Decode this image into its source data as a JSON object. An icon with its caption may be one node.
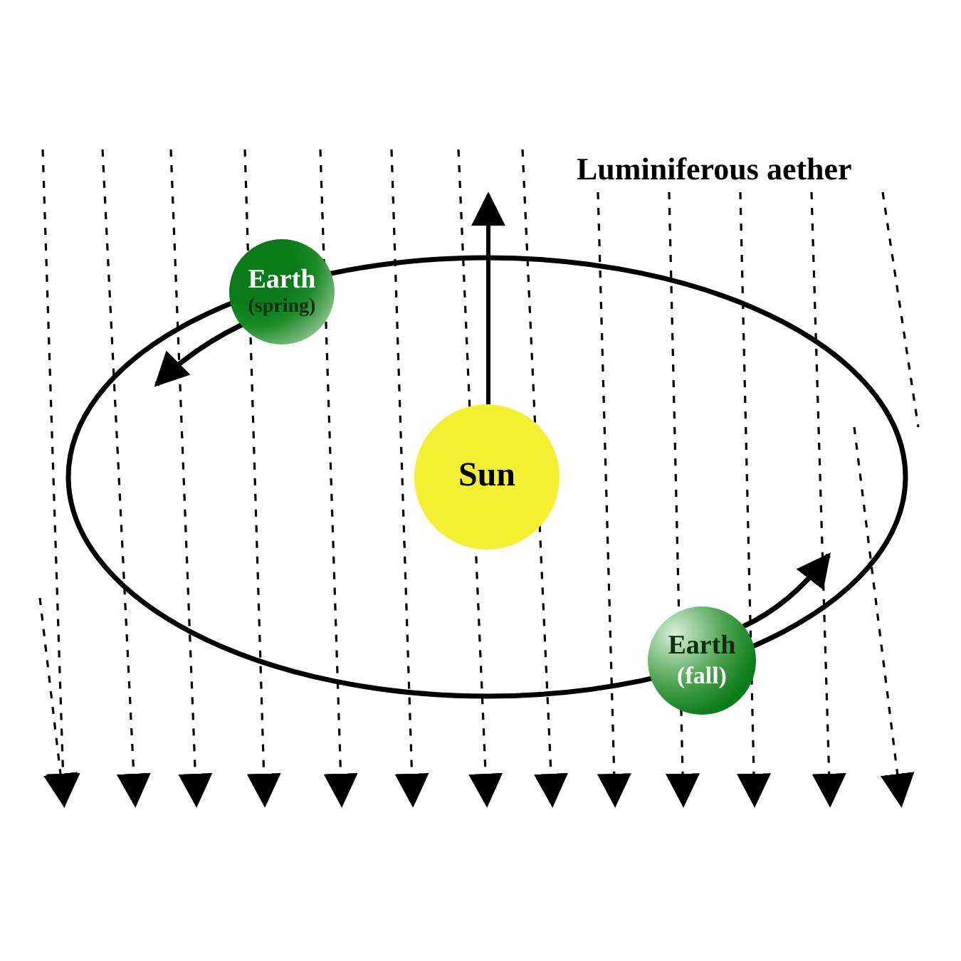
{
  "diagram": {
    "nodes": [
      {
        "text": [
          "Earth",
          "(spring)"
        ]
      },
      {
        "text": [
          "Sun"
        ]
      },
      {
        "text": [
          "Earth",
          "(fall)"
        ]
      }
    ],
    "labels": [
      "Luminiferous aether"
    ]
  }
}
